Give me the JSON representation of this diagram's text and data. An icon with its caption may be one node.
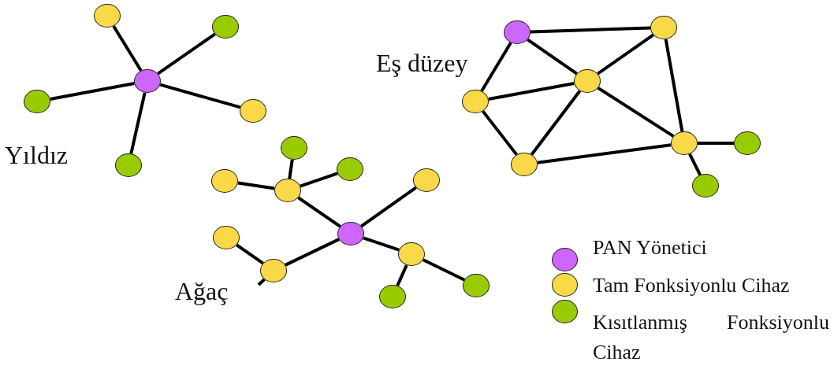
{
  "diagram": {
    "nodes": [
      {
        "text": [],
        "shape": "circle"
      },
      {
        "text": [],
        "shape": "circle"
      },
      {
        "text": [],
        "shape": "circle"
      },
      {
        "text": [],
        "shape": "circle"
      },
      {
        "text": [],
        "shape": "circle"
      },
      {
        "text": [],
        "shape": "circle"
      },
      {
        "text": [],
        "shape": "circle"
      },
      {
        "text": [],
        "shape": "circle"
      },
      {
        "text": [],
        "shape": "circle"
      },
      {
        "text": [],
        "shape": "circle"
      },
      {
        "text": [],
        "shape": "circle"
      },
      {
        "text": [],
        "shape": "circle"
      },
      {
        "text": [],
        "shape": "circle"
      },
      {
        "text": [],
        "shape": "circle"
      },
      {
        "text": [],
        "shape": "circle"
      },
      {
        "text": [],
        "shape": "circle"
      },
      {
        "text": [],
        "shape": "circle"
      },
      {
        "text": [],
        "shape": "circle"
      },
      {
        "text": [],
        "shape": "circle"
      },
      {
        "text": [],
        "shape": "circle"
      },
      {
        "text": [],
        "shape": "circle"
      },
      {
        "text": [],
        "shape": "circle"
      },
      {
        "text": [],
        "shape": "circle"
      },
      {
        "text": [],
        "shape": "circle"
      },
      {
        "text": [],
        "shape": "circle"
      }
    ],
    "edges": [
      {
        "from": 0,
        "to": 1,
        "arrow": "none"
      },
      {
        "from": 0,
        "to": 2,
        "arrow": "none"
      },
      {
        "from": 0,
        "to": 3,
        "arrow": "none"
      },
      {
        "from": 0,
        "to": 4,
        "arrow": "none"
      },
      {
        "from": 0,
        "to": 5,
        "arrow": "none"
      },
      {
        "from": 6,
        "to": 7,
        "arrow": "none"
      },
      {
        "from": 6,
        "to": 8,
        "arrow": "none"
      },
      {
        "from": 6,
        "to": 9,
        "arrow": "none"
      },
      {
        "from": 8,
        "to": 7,
        "arrow": "none"
      },
      {
        "from": 7,
        "to": 11,
        "arrow": "none"
      },
      {
        "from": 8,
        "to": 9,
        "arrow": "none"
      },
      {
        "from": 8,
        "to": 10,
        "arrow": "none"
      },
      {
        "from": 8,
        "to": 11,
        "arrow": "none"
      },
      {
        "from": 9,
        "to": 10,
        "arrow": "none"
      },
      {
        "from": 10,
        "to": 11,
        "arrow": "none"
      },
      {
        "from": 11,
        "to": 12,
        "arrow": "none"
      },
      {
        "from": 11,
        "to": 13,
        "arrow": "none"
      },
      {
        "from": 14,
        "to": 15,
        "arrow": "none"
      },
      {
        "from": 15,
        "to": 16,
        "arrow": "none"
      },
      {
        "from": 15,
        "to": 17,
        "arrow": "none"
      },
      {
        "from": 15,
        "to": 18,
        "arrow": "none"
      },
      {
        "from": 14,
        "to": 19,
        "arrow": "none"
      },
      {
        "from": 14,
        "to": 20,
        "arrow": "none"
      },
      {
        "from": 20,
        "to": 21,
        "arrow": "none"
      },
      {
        "from": 20,
        "to": 22,
        "arrow": "none"
      },
      {
        "from": 14,
        "to": 23,
        "arrow": "none"
      },
      {
        "from": 23,
        "to": 24,
        "arrow": "none"
      },
      {
        "from": 23,
        "to": null,
        "arrow": "none"
      }
    ],
    "labels": [
      "Eş düzey",
      "Yıldız",
      "Ağaç"
    ],
    "legend": [
      {
        "text": "PAN Yönetici",
        "color": "#cc66ff"
      },
      {
        "text": "Tam Fonksiyonlu Cihaz",
        "color": "#f9d948"
      },
      {
        "text": "Kısıtlanmış Fonksiyonlu Cihaz",
        "color": "#99cc00"
      }
    ]
  }
}
